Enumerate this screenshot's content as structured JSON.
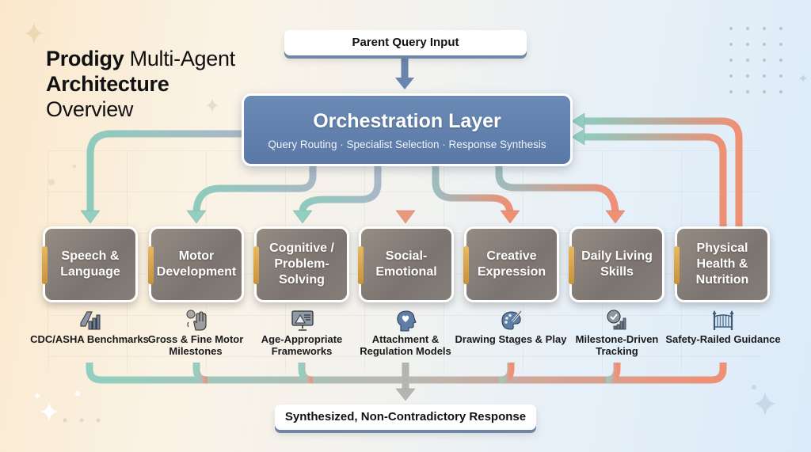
{
  "title": {
    "line1_bold": "Prodigy",
    "line1_regular": " Multi-Agent",
    "line2_bold": "Architecture",
    "line3_regular": "Overview"
  },
  "input": {
    "label": "Parent Query Input"
  },
  "orchestration": {
    "heading": "Orchestration Layer",
    "subtitle": "Query Routing · Specialist Selection · Response Synthesis"
  },
  "agents": [
    {
      "name": "Speech & Language",
      "icon": "chart-benchmark-icon",
      "caption": "CDC/ASHA Benchmarks"
    },
    {
      "name": "Motor Development",
      "icon": "hand-gesture-icon",
      "caption": "Gross & Fine Motor Milestones"
    },
    {
      "name": "Cognitive / Problem-Solving",
      "icon": "presentation-monitor-icon",
      "caption": "Age-Appropriate Frameworks"
    },
    {
      "name": "Social-Emotional",
      "icon": "head-heart-icon",
      "caption": "Attachment & Regulation Models"
    },
    {
      "name": "Creative Expression",
      "icon": "paint-palette-icon",
      "caption": "Drawing Stages & Play"
    },
    {
      "name": "Daily Living Skills",
      "icon": "check-progress-icon",
      "caption": "Milestone-Driven Tracking"
    },
    {
      "name": "Physical Health & Nutrition",
      "icon": "safety-gate-icon",
      "caption": "Safety-Railed Guidance"
    }
  ],
  "output": {
    "label": "Synthesized, Non-Contradictory Response"
  },
  "colors": {
    "orchestration": "#5f7ead",
    "agent_box": "#847c77",
    "agent_tab": "#d9a54c",
    "connector_teal": "#8ecbbd",
    "connector_coral": "#ef8f74",
    "connector_neutral": "#b5b5b0",
    "input_arrow": "#6a85ad"
  }
}
